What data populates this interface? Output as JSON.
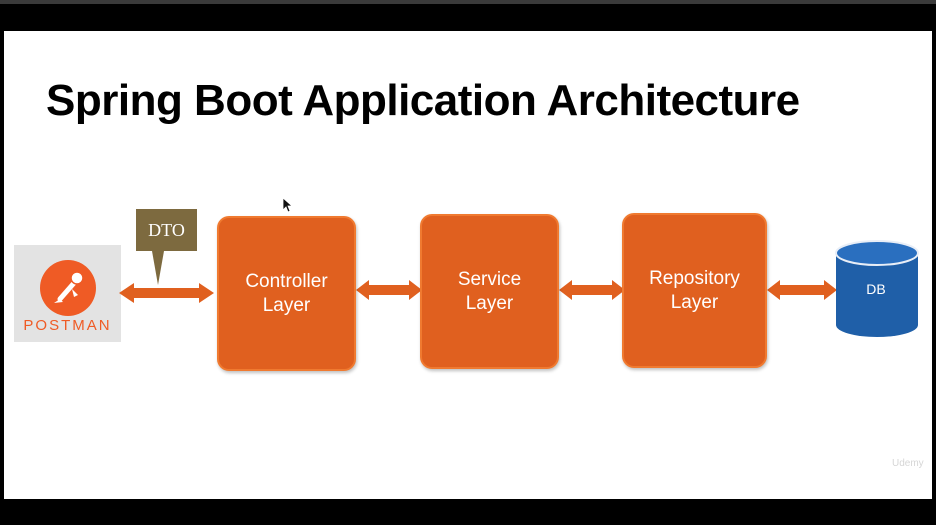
{
  "slide": {
    "title": "Spring Boot Application Architecture",
    "watermark": "Udemy"
  },
  "client": {
    "label": "POSTMAN",
    "icon": "postman-logo-icon"
  },
  "dto": {
    "label": "DTO"
  },
  "layers": [
    {
      "line1": "Controller",
      "line2": "Layer"
    },
    {
      "line1": "Service",
      "line2": "Layer"
    },
    {
      "line1": "Repository",
      "line2": "Layer"
    }
  ],
  "database": {
    "label": "DB",
    "icon": "database-cylinder-icon"
  },
  "colors": {
    "layer_fill": "#e0601f",
    "arrow": "#e0601f",
    "dto_fill": "#7d6a3f",
    "db_fill": "#1f5fa8",
    "postman_orange": "#ef5b25"
  }
}
